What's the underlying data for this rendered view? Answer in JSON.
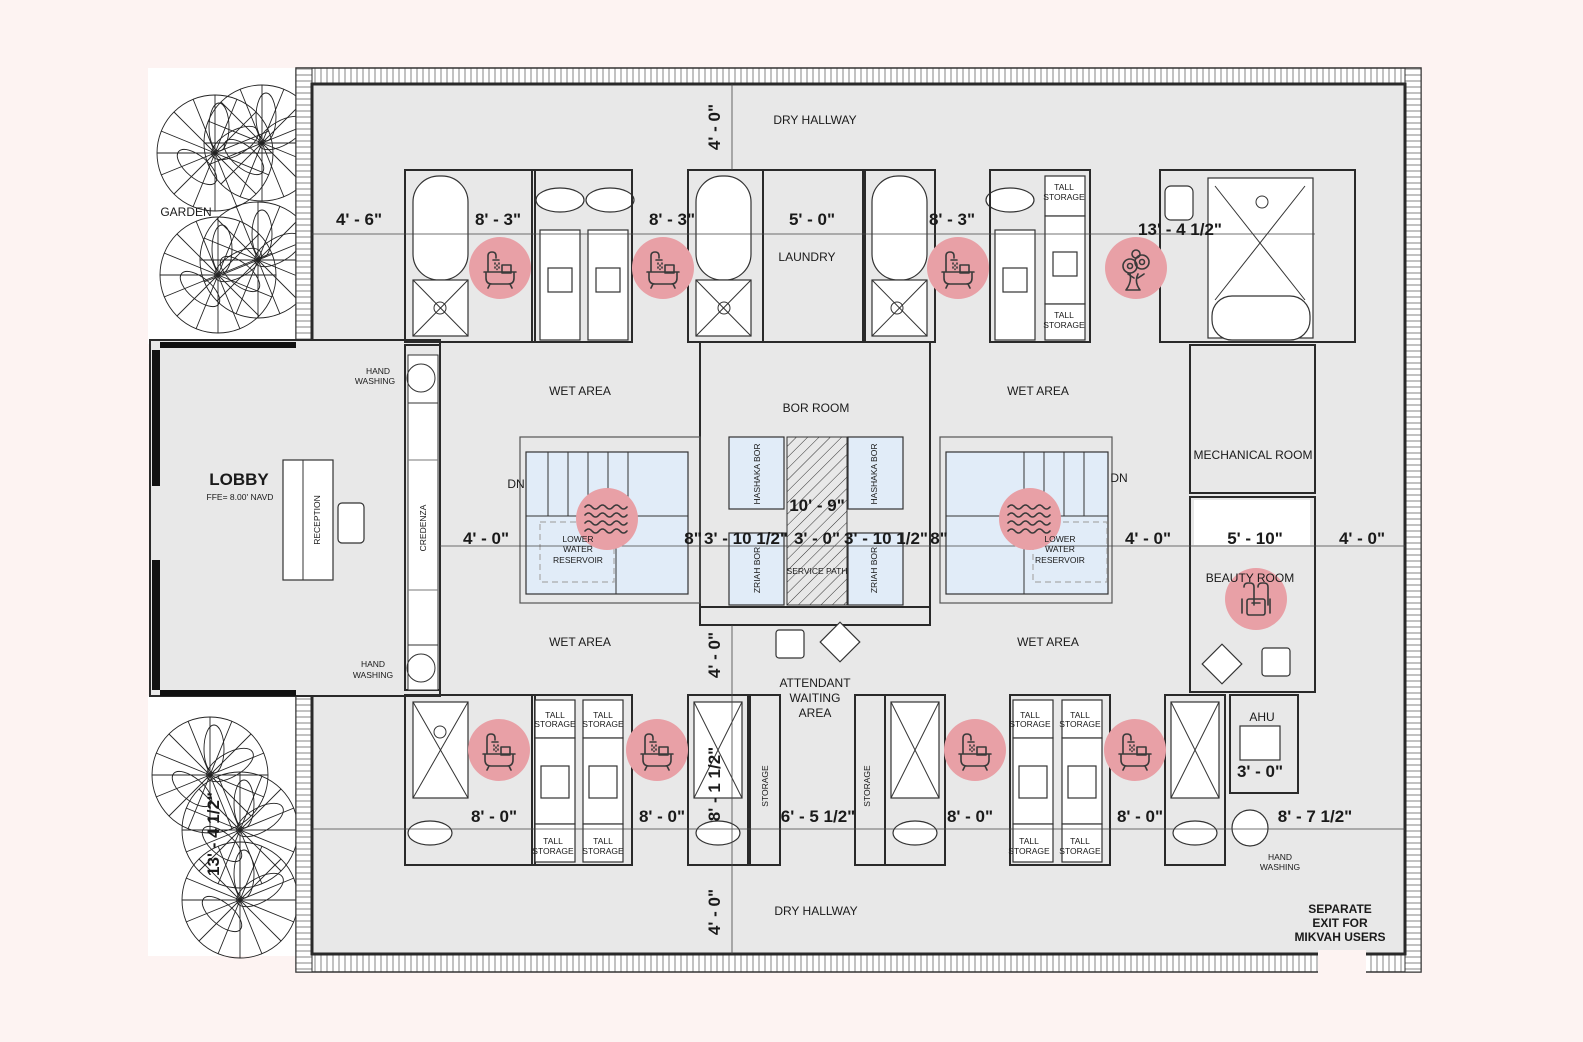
{
  "title": "Mikvah Floor Plan",
  "colors": {
    "page_background": "#fdf3f2",
    "floor": "#e8e8e8",
    "water": "#e1ecf8",
    "icon_badge": "#e8a0a6",
    "line": "#2a2a2a"
  },
  "rooms": {
    "dry_hallway_top": "DRY HALLWAY",
    "dry_hallway_bottom": "DRY  HALLWAY",
    "laundry": "LAUNDRY",
    "garden": "GARDEN",
    "lobby": "LOBBY",
    "lobby_elevation": "FFE= 8.00' NAVD",
    "reception": "RECEPTION",
    "credenza": "CREDENZA",
    "hand_washing_top": [
      "HAND",
      "WASHING"
    ],
    "hand_washing_bottom": [
      "HAND",
      "WASHING"
    ],
    "hand_washing_right": [
      "HAND",
      "WASHING"
    ],
    "wet_area_tl": "WET AREA",
    "wet_area_tr": "WET AREA",
    "wet_area_bl": "WET AREA",
    "wet_area_br": "WET AREA",
    "bor_room": "BOR ROOM",
    "hashaka_bor": "HASHAKA BOR",
    "zriah_bor": "ZRIAH BOR",
    "service_path": "SERVICE PATH",
    "lower_water_reservoir": [
      "LOWER",
      "WATER",
      "RESERVOIR"
    ],
    "dn": "DN",
    "mechanical_room": "MECHANICAL ROOM",
    "beauty_room": "BEAUTY ROOM",
    "ahu": "AHU",
    "attendant_waiting": [
      "ATTENDANT",
      "WAITING",
      "AREA"
    ],
    "storage": "STORAGE",
    "tall_storage": [
      "TALL",
      "STORAGE"
    ],
    "separate_exit": [
      "SEPARATE",
      "EXIT FOR",
      "MIKVAH USERS"
    ]
  },
  "dimensions": {
    "top_row": [
      "4' - 6\"",
      "8' - 3\"",
      "8' - 3\"",
      "5' - 0\"",
      "8' - 3\"",
      "13' - 4 1/2\""
    ],
    "middle_row": [
      "4' - 0\"",
      "8\"",
      "3' - 10 1/2\"",
      "3' - 0\"",
      "3' - 10 1/2\"",
      "8\"",
      "4' - 0\"",
      "5' - 10\"",
      "4' - 0\""
    ],
    "bor_length": "10' - 9\"",
    "bottom_row": [
      "8' - 0\"",
      "8' - 0\"",
      "6' - 5 1/2\"",
      "8' - 0\"",
      "8' - 0\"",
      "8' - 7 1/2\""
    ],
    "vertical_top": "4' - 0\"",
    "vertical_bottom": "4' - 0\"",
    "vertical_mid": "4' - 0\"",
    "vertical_shower": "8' - 1 1/2\"",
    "vertical_garden": "13' - 4 1/2\"",
    "ahu": "3' - 0\""
  },
  "icons": {
    "bathtub": "bathtub-icon",
    "water_waves": "water-waves-icon",
    "flowers": "flower-bouquet-icon",
    "salon_chair": "salon-chair-icon"
  }
}
